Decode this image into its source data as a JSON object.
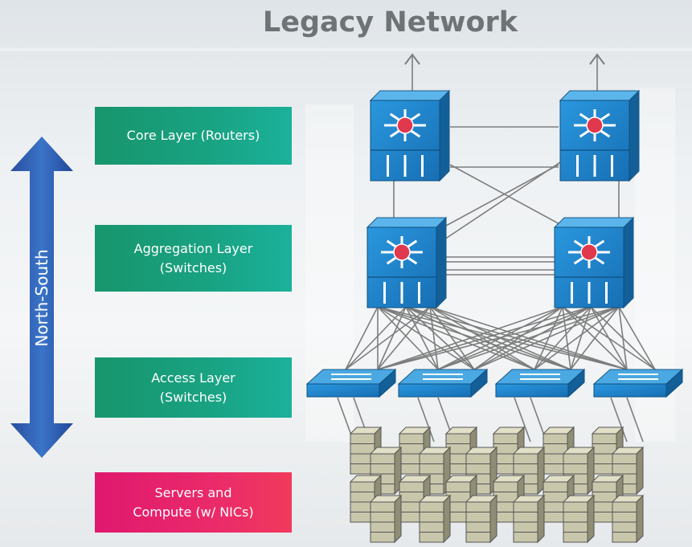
{
  "title": "Legacy Network",
  "axis_label": "North-South",
  "layers": [
    {
      "id": "core",
      "lines": [
        "Core Layer (Routers)"
      ]
    },
    {
      "id": "aggregation",
      "lines": [
        "Aggregation Layer",
        "(Switches)"
      ]
    },
    {
      "id": "access",
      "lines": [
        "Access Layer",
        "(Switches)"
      ]
    },
    {
      "id": "servers",
      "lines": [
        "Servers and",
        "Compute (w/ NICs)"
      ]
    }
  ],
  "colors": {
    "layer_green": "#19a383",
    "layer_pink": "#e8216a",
    "arrow_blue": "#2a55a8",
    "device_blue": "#1f86d0",
    "server_beige": "#c9c7ab"
  },
  "icons": {
    "router": "router-icon",
    "access_switch": "switch-icon",
    "server": "server-icon",
    "arrow": "double-arrow-icon"
  }
}
